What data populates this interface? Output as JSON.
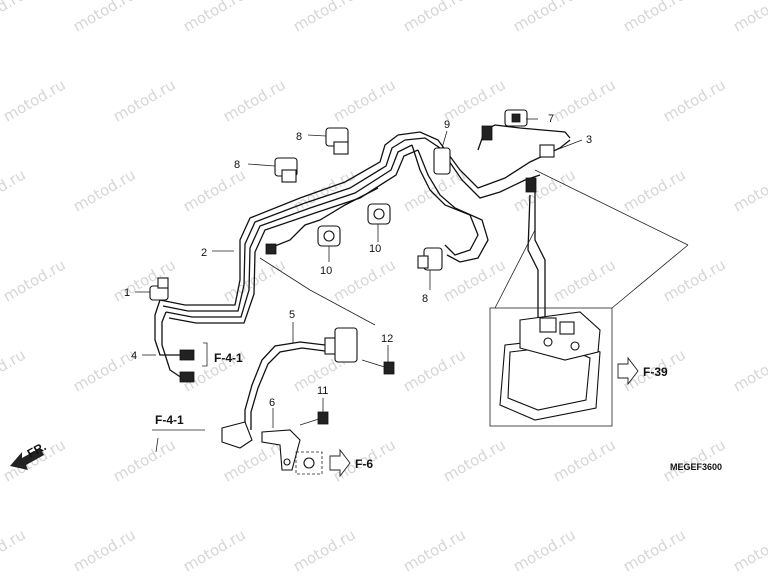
{
  "watermark": "motod.ru",
  "callouts": {
    "c1": "1",
    "c2": "2",
    "c3": "3",
    "c4": "4",
    "c5": "5",
    "c6": "6",
    "c7": "7",
    "c8a": "8",
    "c8b": "8",
    "c8c": "8",
    "c9": "9",
    "c10a": "10",
    "c10b": "10",
    "c11": "11",
    "c12": "12"
  },
  "refs": {
    "f41_upper": "F-4-1",
    "f41_lower": "F-4-1",
    "f39": "F-39",
    "f6": "F-6",
    "fr": "FR."
  },
  "diagram_code": "MEGEF3600"
}
